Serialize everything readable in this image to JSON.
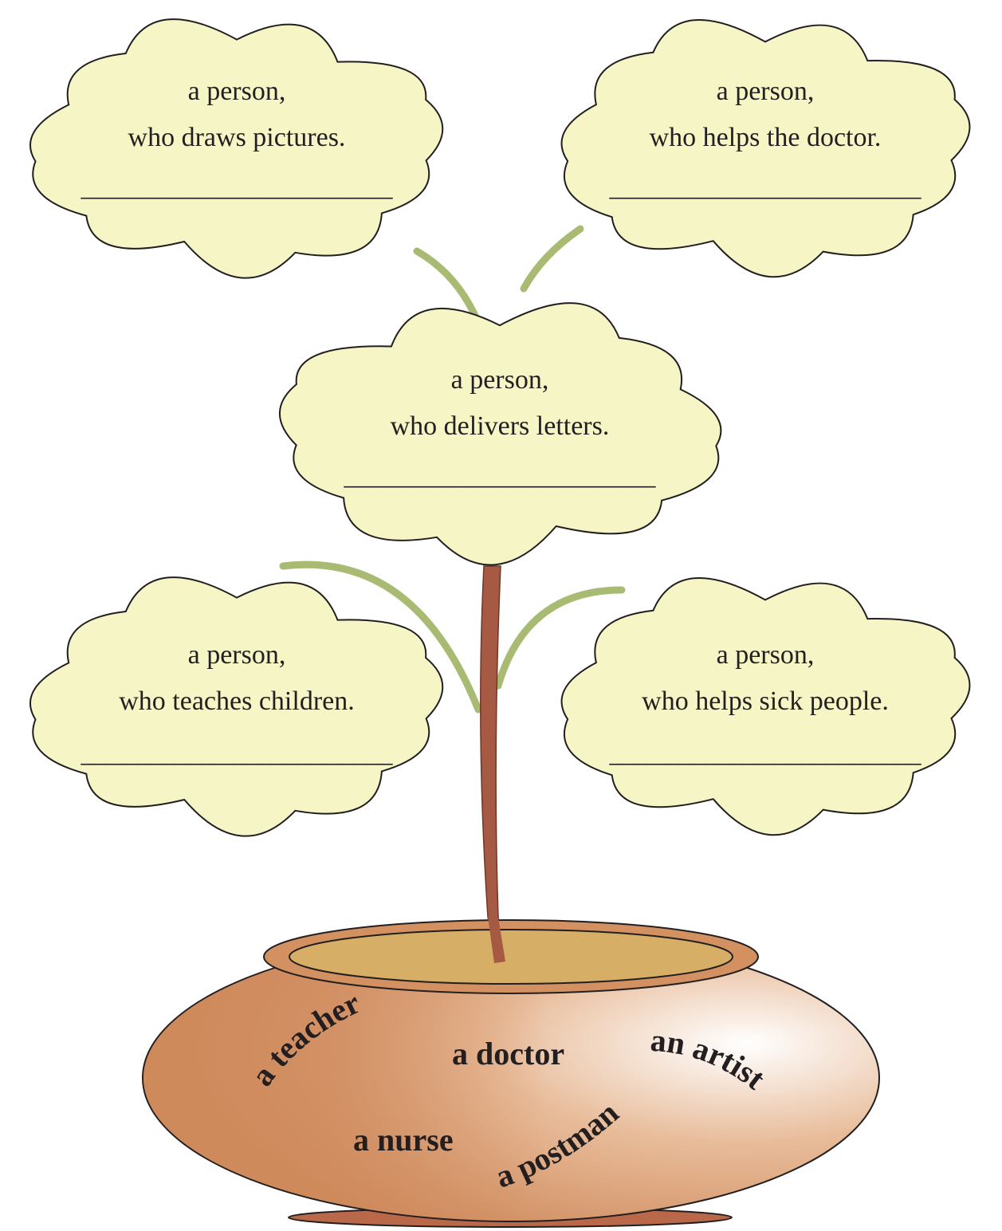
{
  "colors": {
    "cloud_fill": "#f5f5c6",
    "cloud_stroke": "#231f20",
    "branch": "#a9bb73",
    "trunk": "#a65a44",
    "pot_dark": "#cf8a5c",
    "pot_light": "#fdf6f0",
    "pot_rim": "#d39060",
    "soil": "#d6ae66",
    "saucer": "#b9684a"
  },
  "clouds": [
    {
      "id": "artist",
      "line1": "a person,",
      "line2": "who draws pictures.",
      "blank": "_______________________"
    },
    {
      "id": "nurse",
      "line1": "a person,",
      "line2": "who helps the doctor.",
      "blank": "_______________________"
    },
    {
      "id": "postman",
      "line1": "a person,",
      "line2": "who delivers letters.",
      "blank": "_______________________"
    },
    {
      "id": "teacher",
      "line1": "a person,",
      "line2": "who teaches children.",
      "blank": "_______________________"
    },
    {
      "id": "doctor",
      "line1": "a person,",
      "line2": "who helps sick people.",
      "blank": "_______________________"
    }
  ],
  "word_bank": {
    "a_teacher": "a teacher",
    "a_doctor": "a doctor",
    "an_artist": "an artist",
    "a_nurse": "a nurse",
    "a_postman": "a postman"
  }
}
